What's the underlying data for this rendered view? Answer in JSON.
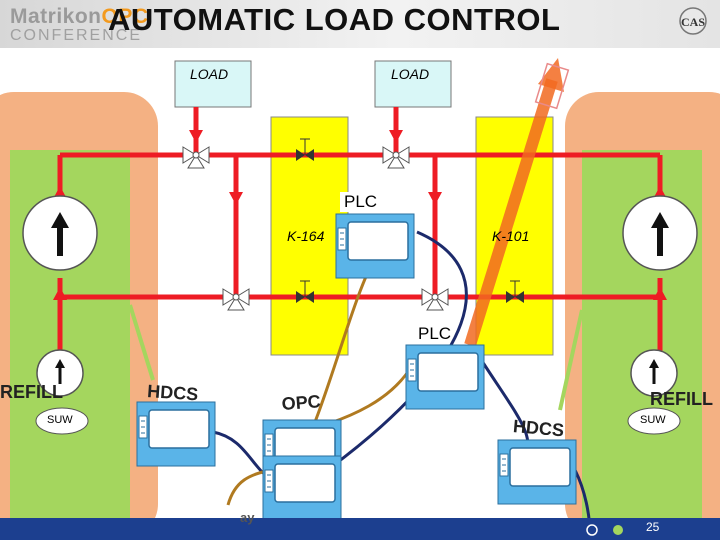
{
  "header": {
    "logo_line1_a": "Matrikon",
    "logo_line1_b": "OPC",
    "logo_line2": "CONFERENCE",
    "title": "AUTOMATIC LOAD CONTROL",
    "badge_text": "CAS"
  },
  "diagram": {
    "load_left": "LOAD",
    "load_right": "LOAD",
    "plc_top": "PLC",
    "plc_mid": "PLC",
    "compressor_left": "K-164",
    "compressor_right": "K-101",
    "refill_left": "REFILL",
    "refill_right": "REFILL",
    "suw_left": "SUW",
    "suw_right": "SUW",
    "hdcs_left": "HDCS",
    "hdcs_right": "HDCS",
    "opc": "OPC",
    "footer_fragment": "ay",
    "page_number": "25"
  },
  "colors": {
    "pipe": "#ee1c24",
    "compressor": "#ffff00",
    "tank_fill": "#f4b183",
    "tank_green": "#a4d65e",
    "workstation": "#5ab4e8",
    "load_box": "#d9f7f7",
    "arrow": "#f26a21",
    "network_dark": "#1c2a6b",
    "network_brown": "#b07a20"
  },
  "icons": [
    "cas-badge-icon",
    "up-arrow-icon",
    "workstation-icon",
    "valve-icon"
  ]
}
